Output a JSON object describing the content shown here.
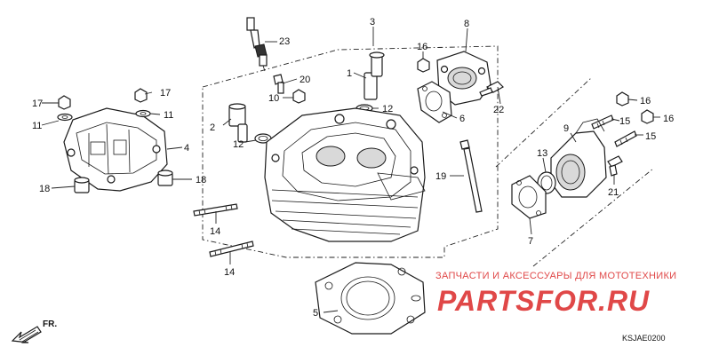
{
  "callouts": [
    {
      "id": "c1",
      "text": "1"
    },
    {
      "id": "c2",
      "text": "2"
    },
    {
      "id": "c3",
      "text": "3"
    },
    {
      "id": "c4",
      "text": "4"
    },
    {
      "id": "c5",
      "text": "5"
    },
    {
      "id": "c6",
      "text": "6"
    },
    {
      "id": "c7",
      "text": "7"
    },
    {
      "id": "c8",
      "text": "8"
    },
    {
      "id": "c9",
      "text": "9"
    },
    {
      "id": "c10",
      "text": "10"
    },
    {
      "id": "c11a",
      "text": "11"
    },
    {
      "id": "c11b",
      "text": "11"
    },
    {
      "id": "c12a",
      "text": "12"
    },
    {
      "id": "c12b",
      "text": "12"
    },
    {
      "id": "c13",
      "text": "13"
    },
    {
      "id": "c14a",
      "text": "14"
    },
    {
      "id": "c14b",
      "text": "14"
    },
    {
      "id": "c15a",
      "text": "15"
    },
    {
      "id": "c15b",
      "text": "15"
    },
    {
      "id": "c16a",
      "text": "16"
    },
    {
      "id": "c16b",
      "text": "16"
    },
    {
      "id": "c16c",
      "text": "16"
    },
    {
      "id": "c17a",
      "text": "17"
    },
    {
      "id": "c17b",
      "text": "17"
    },
    {
      "id": "c18a",
      "text": "18"
    },
    {
      "id": "c18b",
      "text": "18"
    },
    {
      "id": "c19",
      "text": "19"
    },
    {
      "id": "c20",
      "text": "20"
    },
    {
      "id": "c21",
      "text": "21"
    },
    {
      "id": "c22",
      "text": "22"
    },
    {
      "id": "c23",
      "text": "23"
    }
  ],
  "watermark": {
    "tagline": "ЗАПЧАСТИ И АКСЕССУАРЫ ДЛЯ МОТОТЕХНИКИ",
    "logo": "PARTSFOR.RU",
    "color": "#e04848"
  },
  "front_marker": "FR.",
  "diagram_code": "KSJAE0200"
}
